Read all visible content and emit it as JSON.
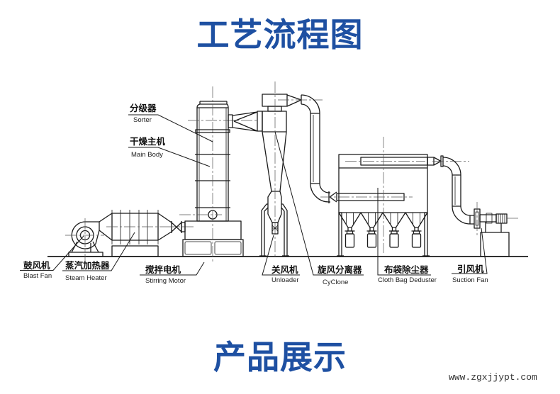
{
  "header": {
    "title": "工艺流程图"
  },
  "diagram": {
    "labels": {
      "sorter": {
        "cn": "分级器",
        "en": "Sorter"
      },
      "main_body": {
        "cn": "干燥主机",
        "en": "Main Body"
      },
      "blast_fan": {
        "cn": "鼓风机",
        "en": "Blast Fan"
      },
      "steam_heater": {
        "cn": "蒸汽加热器",
        "en": "Steam Heater"
      },
      "stirring_motor": {
        "cn": "搅拌电机",
        "en": "Stirring Motor"
      },
      "unloader": {
        "cn": "关风机",
        "en": "Unloader"
      },
      "cyclone": {
        "cn": "旋风分离器",
        "en": "CyClone"
      },
      "cloth_bag_deduster": {
        "cn": "布袋除尘器",
        "en": "Cloth Bag Deduster"
      },
      "suction_fan": {
        "cn": "引风机",
        "en": "Suction Fan"
      }
    },
    "connections": [
      [
        "blast_fan",
        "steam_heater"
      ],
      [
        "steam_heater",
        "main_body"
      ],
      [
        "main_body",
        "sorter"
      ],
      [
        "sorter",
        "cyclone"
      ],
      [
        "cyclone",
        "unloader"
      ],
      [
        "cyclone",
        "cloth_bag_deduster"
      ],
      [
        "cloth_bag_deduster",
        "suction_fan"
      ]
    ]
  },
  "footer": {
    "section_title": "产品展示",
    "watermark": "www.zgxjjypt.com"
  },
  "theme": {
    "title_color": "#1e50a2",
    "line_color": "#1a1a1a",
    "background": "#ffffff"
  }
}
